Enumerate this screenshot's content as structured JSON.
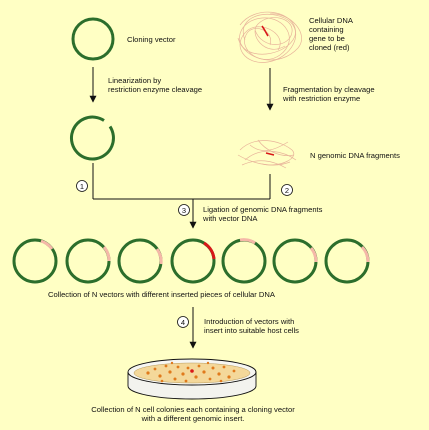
{
  "labels": {
    "cloning_vector": "Cloning vector",
    "cellular_dna": "Cellular DNA\ncontaining\ngene to be\ncloned (red)",
    "linearization": "Linearization by\nrestriction enzyme cleavage",
    "fragmentation": "Fragmentation by cleavage\nwith restriction enzyme",
    "n_fragments": "N genomic DNA fragments",
    "ligation": "Ligation of genomic DNA fragments\nwith vector DNA",
    "collection_vectors": "Collection of N vectors with different inserted pieces of cellular DNA",
    "introduction": "Introduction of vectors with\ninsert into suitable host cells",
    "collection_colonies": "Collection of N cell colonies each containing a cloning vector\nwith a different genomic insert."
  },
  "steps": [
    "1",
    "2",
    "3",
    "4"
  ],
  "colors": {
    "background": "#ffffc4",
    "vector_green": "#2c6e2c",
    "insert_pink": "#f5b8a8",
    "gene_red": "#d81818",
    "genomic_tangle": "#e8b49a",
    "colony_orange": "#e07a1c",
    "agar": "#f4d89a"
  }
}
